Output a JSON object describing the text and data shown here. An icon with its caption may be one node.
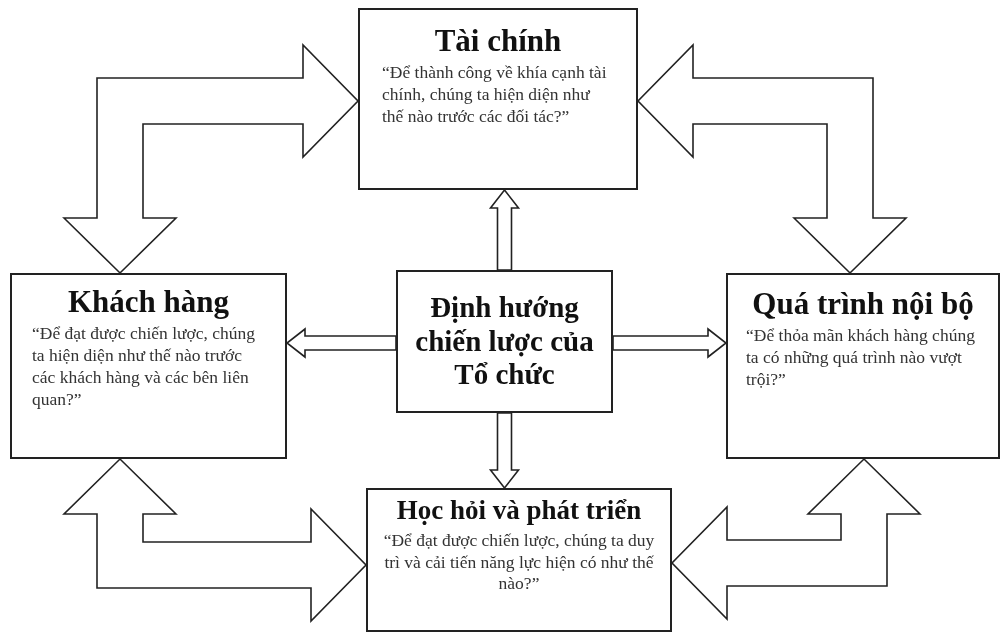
{
  "diagram": {
    "nodes": [
      {
        "text": [
          "Tài chính",
          "“Để thành công về khía cạnh tài chính, chúng ta hiện diện như thế nào trước các đối tác?”"
        ]
      },
      {
        "text": [
          "Khách hàng",
          "“Để đạt được chiến lược, chúng ta hiện diện như thế nào trước các khách hàng và các bên liên quan?”"
        ]
      },
      {
        "text": [
          "Định hướng chiến lược của Tổ chức"
        ]
      },
      {
        "text": [
          "Quá trình nội bộ",
          "“Để thỏa mãn khách hàng chúng ta có những quá trình nào vượt trội?”"
        ]
      },
      {
        "text": [
          "Học hỏi và phát triển",
          "“Để đạt được chiến lược, chúng ta duy trì và cải tiến năng lực hiện có như thế nào?”"
        ]
      }
    ],
    "edges": [
      {
        "from": 2,
        "to": 0,
        "arrow": "to"
      },
      {
        "from": 2,
        "to": 1,
        "arrow": "to"
      },
      {
        "from": 2,
        "to": 3,
        "arrow": "to"
      },
      {
        "from": 2,
        "to": 4,
        "arrow": "to"
      },
      {
        "from": 1,
        "to": 0,
        "arrow": "both"
      },
      {
        "from": 3,
        "to": 0,
        "arrow": "both"
      },
      {
        "from": 1,
        "to": 4,
        "arrow": "both"
      },
      {
        "from": 3,
        "to": 4,
        "arrow": "both"
      }
    ]
  }
}
